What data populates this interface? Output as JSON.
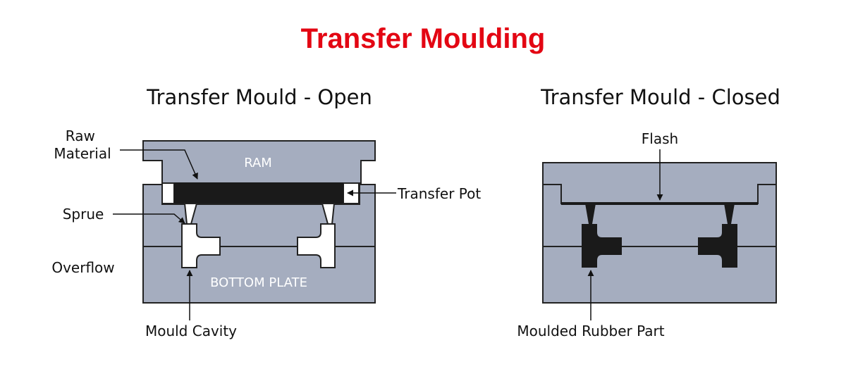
{
  "title": "Transfer Moulding",
  "colors": {
    "title": "#e30613",
    "plate": "#a5adbf",
    "outline": "#222222",
    "material": "#1a1a1a",
    "cavity": "#ffffff",
    "plate_text": "#ffffff",
    "label_text": "#111111"
  },
  "open": {
    "heading": "Transfer Mould - Open",
    "ram_label": "RAM",
    "bottom_plate_label": "BOTTOM PLATE",
    "labels": {
      "raw_material": [
        "Raw",
        "Material"
      ],
      "sprue": "Sprue",
      "overflow": "Overflow",
      "mould_cavity": "Mould Cavity",
      "transfer_pot": "Transfer Pot"
    }
  },
  "closed": {
    "heading": "Transfer Mould - Closed",
    "labels": {
      "flash": "Flash",
      "moulded_rubber_part": "Moulded Rubber Part"
    }
  }
}
